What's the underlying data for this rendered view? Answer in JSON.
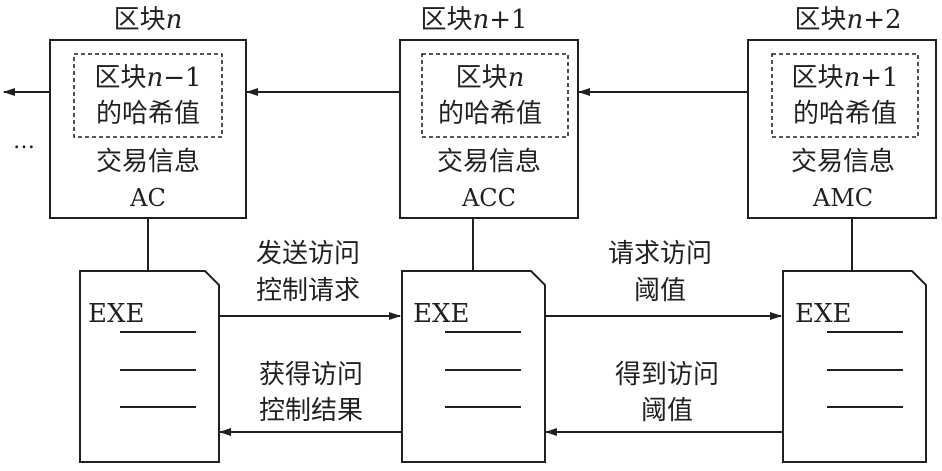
{
  "blocks": [
    {
      "title_prefix": "区块",
      "title_var": "n",
      "title_suffix": "",
      "hash_prefix": "区块",
      "hash_var": "n",
      "hash_suffix": "−1",
      "hash_line2": "的哈希值",
      "tx_label": "交易信息",
      "tx_value": "AC"
    },
    {
      "title_prefix": "区块",
      "title_var": "n",
      "title_suffix": "+1",
      "hash_prefix": "区块",
      "hash_var": "n",
      "hash_suffix": "",
      "hash_line2": "的哈希值",
      "tx_label": "交易信息",
      "tx_value": "ACC"
    },
    {
      "title_prefix": "区块",
      "title_var": "n",
      "title_suffix": "+2",
      "hash_prefix": "区块",
      "hash_var": "n",
      "hash_suffix": "+1",
      "hash_line2": "的哈希值",
      "tx_label": "交易信息",
      "tx_value": "AMC"
    }
  ],
  "ellipsis": "…",
  "exe": [
    {
      "label": "EXE"
    },
    {
      "label": "EXE"
    },
    {
      "label": "EXE"
    }
  ],
  "messages": {
    "send_request": {
      "line1": "发送访问",
      "line2": "控制请求"
    },
    "get_result": {
      "line1": "获得访问",
      "line2": "控制结果"
    },
    "request_threshold": {
      "line1": "请求访问",
      "line2": "阈值"
    },
    "get_threshold": {
      "line1": "得到访问",
      "line2": "阈值"
    }
  }
}
